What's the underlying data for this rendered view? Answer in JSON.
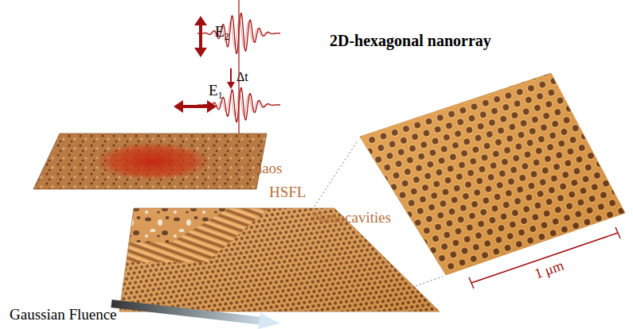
{
  "diagram": {
    "title": "2D-hexagonal nanorray",
    "labels": [
      "E₂",
      "Δt",
      "E₁",
      "Chaos",
      "HSFL",
      "Nanocavities",
      "1 μm",
      "Gaussian Fluence"
    ]
  }
}
